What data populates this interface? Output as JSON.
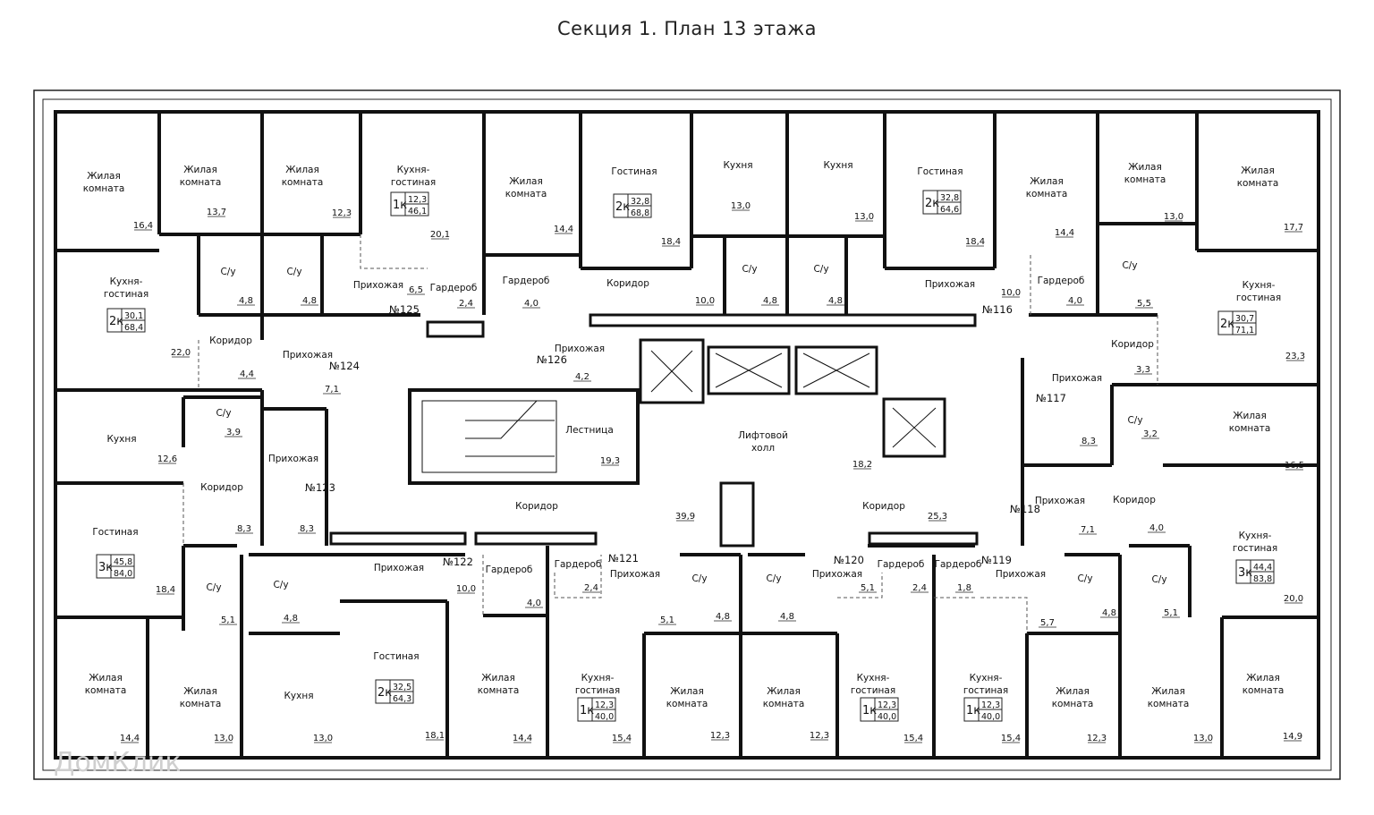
{
  "title": "Секция 1. План 13 этажа",
  "watermark": "ДомКлик",
  "colors": {
    "wall": "#111111",
    "line": "#222222",
    "dash": "#555555"
  },
  "rooms": [
    {
      "name": "Жилая комната",
      "area": "16,4"
    },
    {
      "name": "Жилая комната",
      "area": "13,7"
    },
    {
      "name": "Жилая комната",
      "area": "12,3"
    },
    {
      "name": "Кухня-гостиная",
      "area": "20,1"
    },
    {
      "name": "Жилая комната",
      "area": "14,4"
    },
    {
      "name": "Гостиная",
      "area": "18,4"
    },
    {
      "name": "Кухня",
      "area": "13,0"
    },
    {
      "name": "Кухня",
      "area": "13,0"
    },
    {
      "name": "Гостиная",
      "area": "18,4"
    },
    {
      "name": "Жилая комната",
      "area": "14,4"
    },
    {
      "name": "Жилая комната",
      "area": "13,0"
    },
    {
      "name": "Жилая комната",
      "area": "17,7"
    },
    {
      "name": "Кухня-гостиная",
      "area": "22,0"
    },
    {
      "name": "С/у",
      "area": "4,8"
    },
    {
      "name": "С/у",
      "area": "4,8"
    },
    {
      "name": "Прихожая",
      "area": "6,5"
    },
    {
      "name": "Гардероб",
      "area": "2,4"
    },
    {
      "name": "Гардероб",
      "area": "4,0"
    },
    {
      "name": "Коридор",
      "area": "10,0"
    },
    {
      "name": "С/у",
      "area": "4,8"
    },
    {
      "name": "С/у",
      "area": "4,8"
    },
    {
      "name": "Прихожая",
      "area": "10,0"
    },
    {
      "name": "Гардероб",
      "area": "4,0"
    },
    {
      "name": "С/у",
      "area": "5,5"
    },
    {
      "name": "Кухня-гостиная",
      "area": "23,3"
    },
    {
      "name": "Коридор",
      "area": "4,4"
    },
    {
      "name": "Прихожая",
      "area": "7,1"
    },
    {
      "name": "Прихожая",
      "area": "4,2"
    },
    {
      "name": "Коридор",
      "area": "3,3"
    },
    {
      "name": "Прихожая",
      "area": "8,3"
    },
    {
      "name": "Кухня",
      "area": "12,6"
    },
    {
      "name": "С/у",
      "area": "3,9"
    },
    {
      "name": "Прихожая",
      "area": "8,3"
    },
    {
      "name": "Лестница",
      "area": "19,3"
    },
    {
      "name": "Лифтовой холл",
      "area": "18,2"
    },
    {
      "name": "С/у",
      "area": "3,2"
    },
    {
      "name": "Жилая комната",
      "area": "16,5"
    },
    {
      "name": "Коридор",
      "area": "8,3"
    },
    {
      "name": "Коридор",
      "area": "39,9"
    },
    {
      "name": "Коридор",
      "area": "25,3"
    },
    {
      "name": "Прихожая",
      "area": "7,1"
    },
    {
      "name": "Коридор",
      "area": "4,0"
    },
    {
      "name": "Гостиная",
      "area": "18,4"
    },
    {
      "name": "Кухня-гостиная",
      "area": "20,0"
    },
    {
      "name": "С/у",
      "area": "5,1"
    },
    {
      "name": "С/у",
      "area": "4,8"
    },
    {
      "name": "Прихожая",
      "area": "10,0"
    },
    {
      "name": "Гардероб",
      "area": "4,0"
    },
    {
      "name": "Гардероб",
      "area": "2,4"
    },
    {
      "name": "Прихожая",
      "area": "5,1"
    },
    {
      "name": "С/у",
      "area": "4,8"
    },
    {
      "name": "С/у",
      "area": "4,8"
    },
    {
      "name": "Прихожая",
      "area": "5,1"
    },
    {
      "name": "Гардероб",
      "area": "2,4"
    },
    {
      "name": "Гардероб",
      "area": "1,8"
    },
    {
      "name": "Прихожая",
      "area": "5,7"
    },
    {
      "name": "С/у",
      "area": "4,8"
    },
    {
      "name": "С/у",
      "area": "5,1"
    },
    {
      "name": "Жилая комната",
      "area": "14,4"
    },
    {
      "name": "Жилая комната",
      "area": "13,0"
    },
    {
      "name": "Кухня",
      "area": "13,0"
    },
    {
      "name": "Гостиная",
      "area": "18,1"
    },
    {
      "name": "Жилая комната",
      "area": "14,4"
    },
    {
      "name": "Кухня-гостиная",
      "area": "15,4"
    },
    {
      "name": "Жилая комната",
      "area": "12,3"
    },
    {
      "name": "Жилая комната",
      "area": "12,3"
    },
    {
      "name": "Кухня-гостиная",
      "area": "15,4"
    },
    {
      "name": "Кухня-гостиная",
      "area": "15,4"
    },
    {
      "name": "Жилая комната",
      "area": "12,3"
    },
    {
      "name": "Жилая комната",
      "area": "13,0"
    },
    {
      "name": "Жилая комната",
      "area": "14,9"
    }
  ],
  "apartment_numbers": [
    "№125",
    "№124",
    "№126",
    "№123",
    "№116",
    "№117",
    "№118",
    "№119",
    "№120",
    "№121",
    "№122"
  ],
  "apartment_tags": [
    {
      "rooms": "1к",
      "living": "12,3",
      "total": "46,1"
    },
    {
      "rooms": "2к",
      "living": "32,8",
      "total": "68,8"
    },
    {
      "rooms": "2к",
      "living": "32,8",
      "total": "64,6"
    },
    {
      "rooms": "2к",
      "living": "30,1",
      "total": "68,4"
    },
    {
      "rooms": "2к",
      "living": "30,7",
      "total": "71,1"
    },
    {
      "rooms": "3к",
      "living": "45,8",
      "total": "84,0"
    },
    {
      "rooms": "3к",
      "living": "44,4",
      "total": "83,8"
    },
    {
      "rooms": "2к",
      "living": "32,5",
      "total": "64,3"
    },
    {
      "rooms": "1к",
      "living": "12,3",
      "total": "40,0"
    },
    {
      "rooms": "1к",
      "living": "12,3",
      "total": "40,0"
    },
    {
      "rooms": "1к",
      "living": "12,3",
      "total": "40,0"
    }
  ]
}
